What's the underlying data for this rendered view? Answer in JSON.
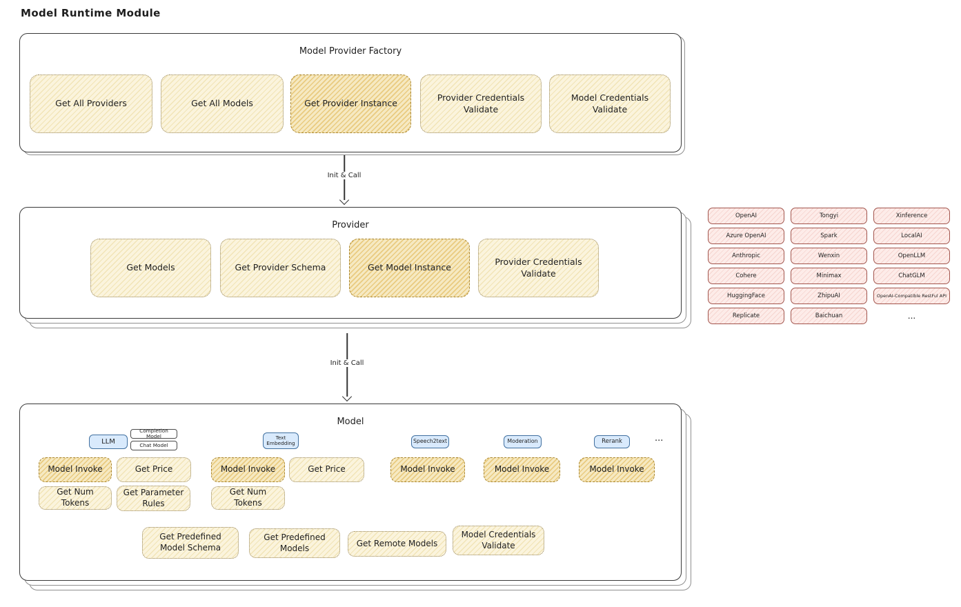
{
  "page_title": "Model Runtime Module",
  "colors": {
    "yellow_fill": "#fbf4dd",
    "orange_fill": "#f6e9c2",
    "blue_chip_fill": "#d9eafc",
    "pink_chip_fill": "#fdece9",
    "panel_border": "#383838"
  },
  "arrows": {
    "factory_to_provider": "Init & Call",
    "provider_to_model": "Init & Call"
  },
  "factory": {
    "title": "Model Provider Factory",
    "items": [
      {
        "label": "Get All Providers",
        "style": "yellow"
      },
      {
        "label": "Get All Models",
        "style": "yellow"
      },
      {
        "label": "Get Provider Instance",
        "style": "orange"
      },
      {
        "label": "Provider Credentials Validate",
        "style": "yellow"
      },
      {
        "label": "Model Credentials Validate",
        "style": "yellow"
      }
    ]
  },
  "provider": {
    "title": "Provider",
    "items": [
      {
        "label": "Get Models",
        "style": "yellow"
      },
      {
        "label": "Get Provider Schema",
        "style": "yellow"
      },
      {
        "label": "Get Model Instance",
        "style": "orange"
      },
      {
        "label": "Provider Credentials Validate",
        "style": "yellow"
      }
    ]
  },
  "provider_list": {
    "col1": [
      "OpenAI",
      "Azure OpenAI",
      "Anthropic",
      "Cohere",
      "HuggingFace",
      "Replicate"
    ],
    "col2": [
      "Tongyi",
      "Spark",
      "Wenxin",
      "Minimax",
      "ZhipuAI",
      "Baichuan"
    ],
    "col3": [
      "Xinference",
      "LocalAI",
      "OpenLLM",
      "ChatGLM",
      "OpenAI-Compatible RestFul API"
    ],
    "more": "..."
  },
  "model": {
    "title": "Model",
    "chips": {
      "llm": "LLM",
      "completion_model": "Completion Model",
      "chat_model": "Chat Model",
      "text_embedding": "Text Embedding",
      "speech2text": "Speech2text",
      "moderation": "Moderation",
      "rerank": "Rerank",
      "more": "..."
    },
    "ops": {
      "model_invoke": "Model Invoke",
      "get_price": "Get Price",
      "get_num_tokens": "Get Num Tokens",
      "get_parameter_rules": "Get Parameter Rules",
      "get_predefined_model_schema": "Get Predefined Model Schema",
      "get_predefined_models": "Get Predefined Models",
      "get_remote_models": "Get Remote Models",
      "model_credentials_validate": "Model Credentials Validate"
    }
  }
}
